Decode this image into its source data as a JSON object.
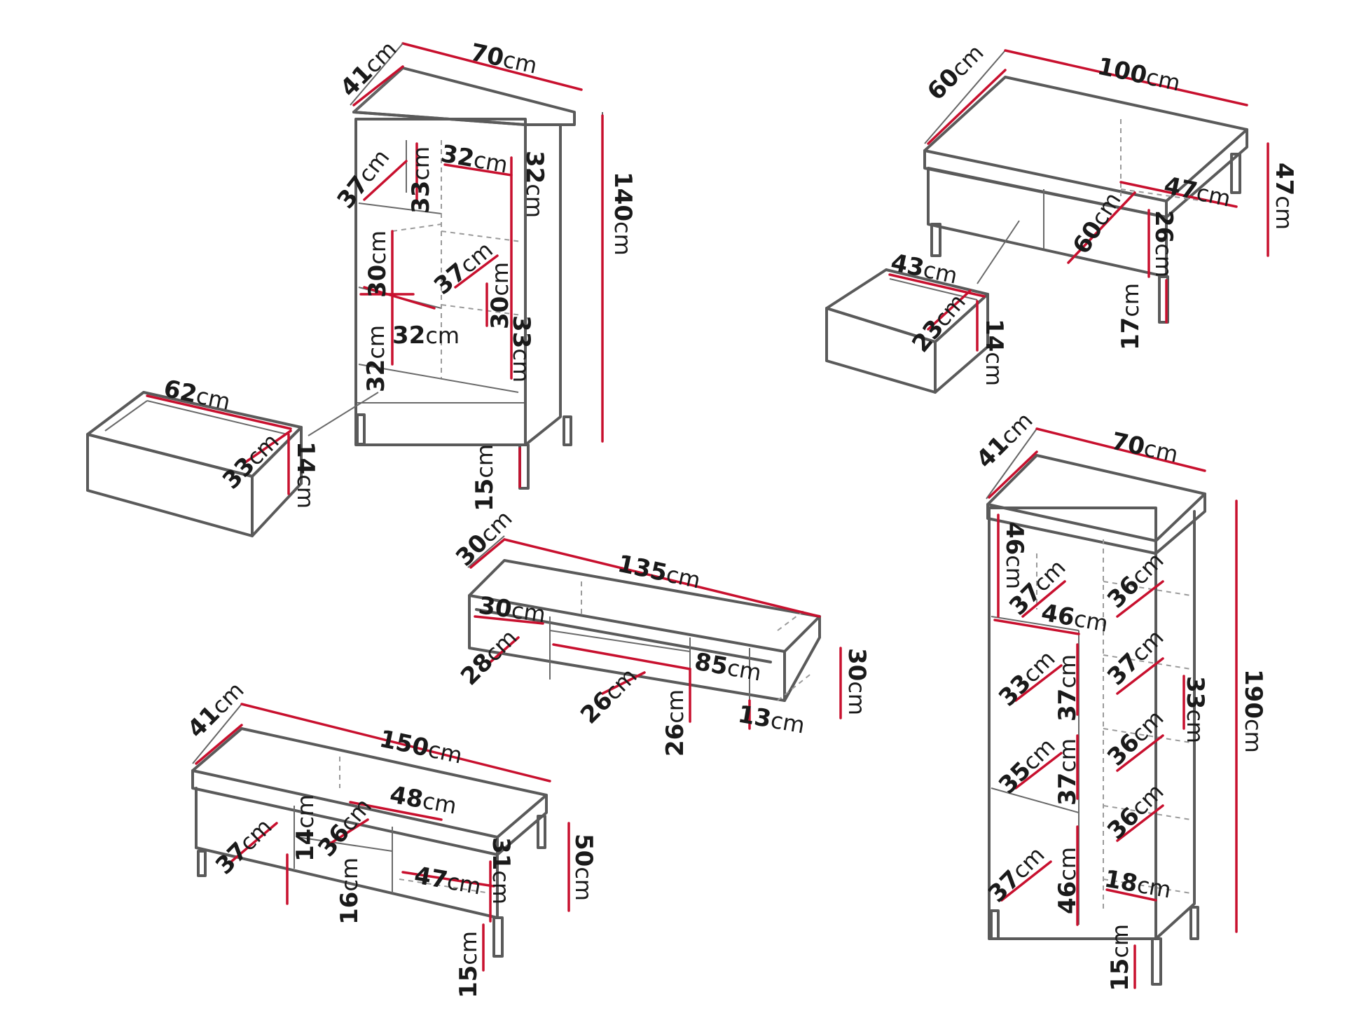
{
  "cabinet_140": {
    "width": "70",
    "depth": "41",
    "height": "140",
    "shelf_a": "37",
    "shelf_b": "33",
    "shelf_c": "32",
    "shelf_d": "32",
    "shelf_e": "30",
    "shelf_f": "37",
    "shelf_g": "30",
    "shelf_h": "32",
    "shelf_i": "33",
    "shelf_j": "32",
    "legs": "15",
    "drawer": {
      "width": "62",
      "depth": "33",
      "height": "14"
    }
  },
  "coffee_table": {
    "width": "100",
    "depth": "60",
    "height": "47",
    "inner_w": "47",
    "inner_d": "60",
    "inner_h": "26",
    "legs": "17",
    "drawer": {
      "width": "43",
      "depth": "23",
      "height": "14"
    }
  },
  "tv_135": {
    "width": "135",
    "depth": "30",
    "height": "30",
    "top_shelf": "30",
    "side_depth": "28",
    "mid_depth": "26",
    "inner_w": "85",
    "inner_h": "26",
    "open_h": "13"
  },
  "sideboard_150": {
    "width": "150",
    "depth": "41",
    "height": "50",
    "left_depth": "37",
    "drawer_h": "14",
    "mid_depth": "36",
    "top_w": "48",
    "left_h": "16",
    "right_w": "47",
    "right_h": "31",
    "legs": "15"
  },
  "cabinet_190": {
    "width": "70",
    "depth": "41",
    "height": "190",
    "top_left_h": "46",
    "d1": "37",
    "top_w": "46",
    "r1": "36",
    "l2": "33",
    "m2": "37",
    "r2": "37",
    "side_h": "33",
    "l3": "35",
    "m3": "37",
    "r3": "36",
    "r4": "36",
    "l5": "37",
    "m5": "46",
    "r5": "18",
    "legs": "15"
  },
  "unit": "cm"
}
